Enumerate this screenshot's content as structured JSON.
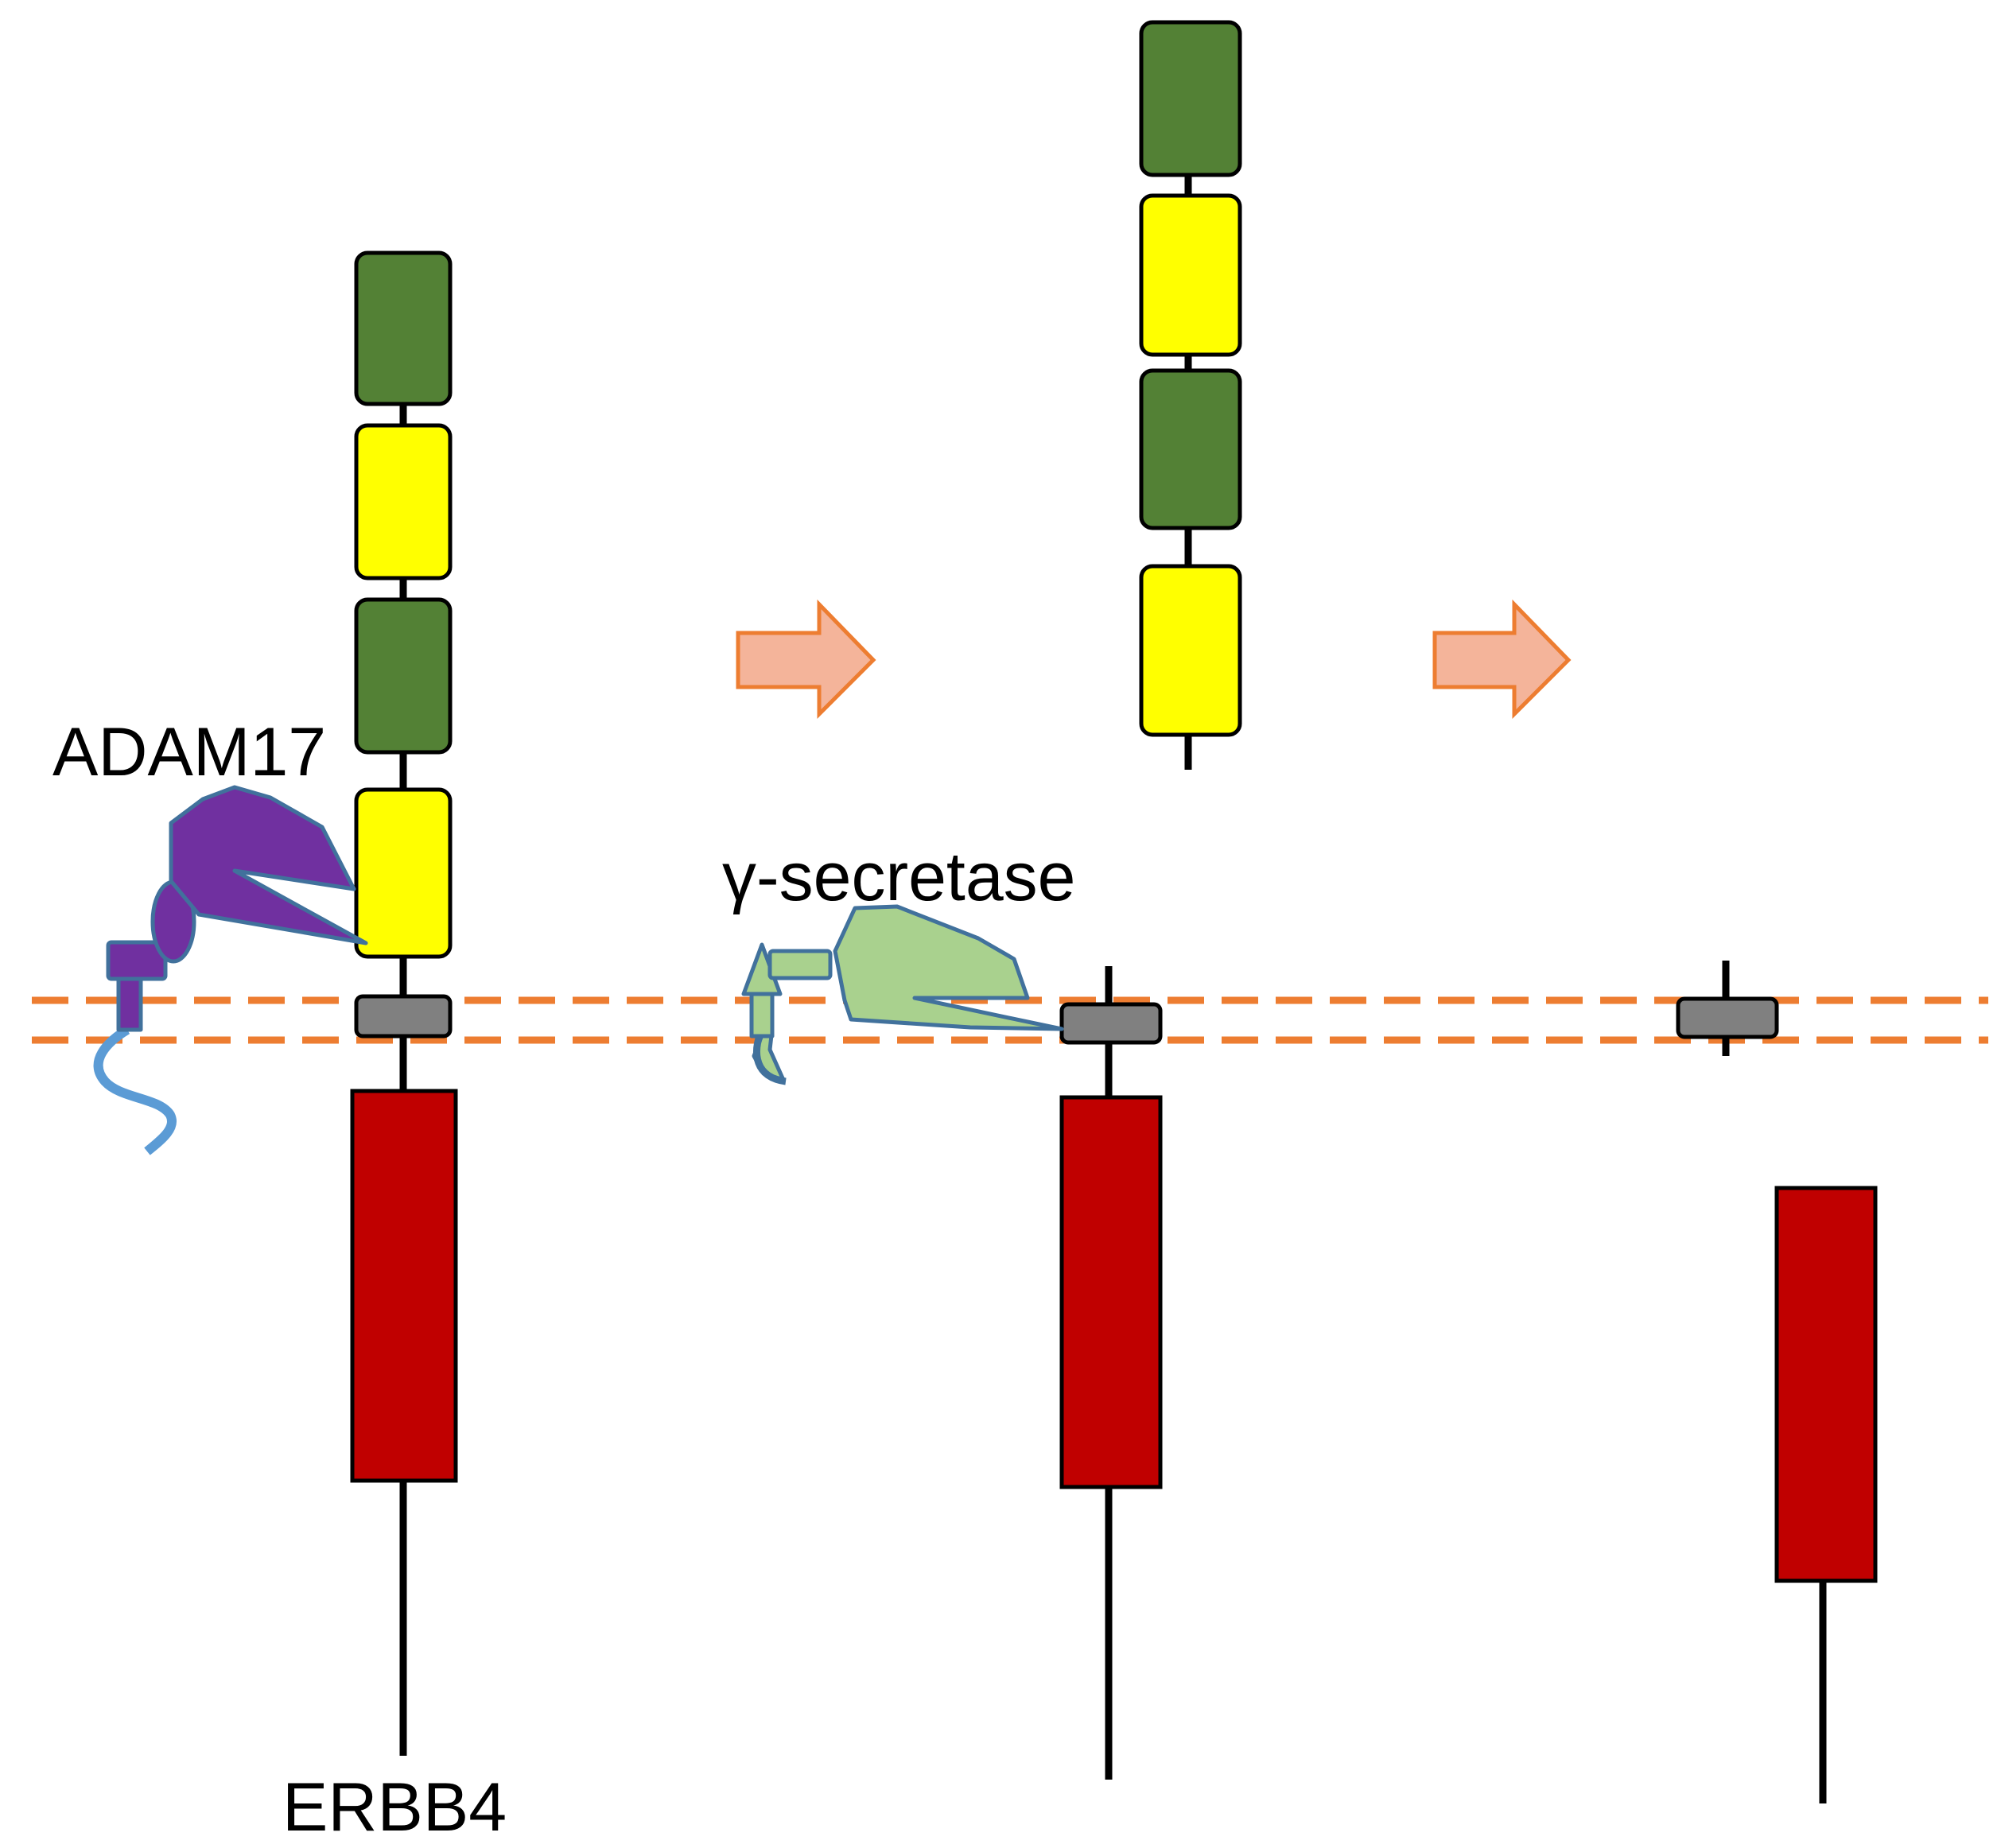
{
  "labels": {
    "adam17": "ADAM17",
    "gamma_secretase": "γ-secretase",
    "erbb4": "ERBB4"
  },
  "colors": {
    "domain_green": "#538135",
    "domain_yellow": "#FFFF00",
    "transmembrane_gray": "#808080",
    "kinase_red": "#C00000",
    "membrane_orange": "#ED7D31",
    "step_arrow_fill": "#F4B49A",
    "adam17_purple": "#7030A0",
    "gamma_secretase_green": "#A9D18E",
    "enzyme_outline": "#41719C",
    "anchor_blue": "#5B9BD5"
  },
  "icons": {
    "step_arrow": "right-arrow",
    "adam17": "scissors-enzyme",
    "gamma_secretase": "scissors-enzyme"
  }
}
